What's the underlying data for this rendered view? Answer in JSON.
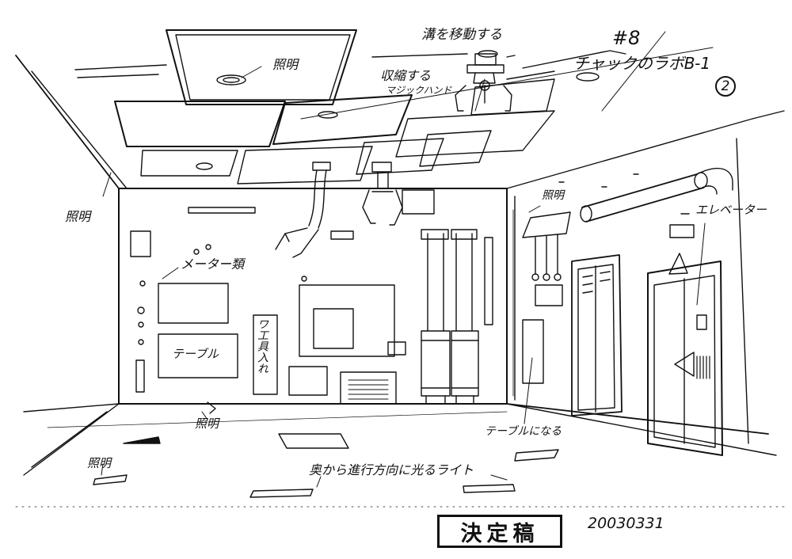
{
  "sheet": {
    "scene_number": "#8",
    "scene_title": "チャックのラボB-1",
    "page_number": "2",
    "approval_stamp": "決定稿",
    "date": "20030331"
  },
  "annotations": {
    "ceiling_light": "照明",
    "claw_track": "溝を移動する",
    "retracting_hand_line1": "収縮する",
    "retracting_hand_line2": "マジックハンド",
    "left_wall_light": "照明",
    "meters": "メーター類",
    "table_left": "テーブル",
    "tool_box": "ワ工具入れ",
    "right_wall_light": "照明",
    "elevator": "エレベーター",
    "table_right": "テーブルになる",
    "floor_light_center": "照明",
    "floor_light_left": "照明",
    "floor_lights_note": "奥から進行方向に光るライト"
  }
}
